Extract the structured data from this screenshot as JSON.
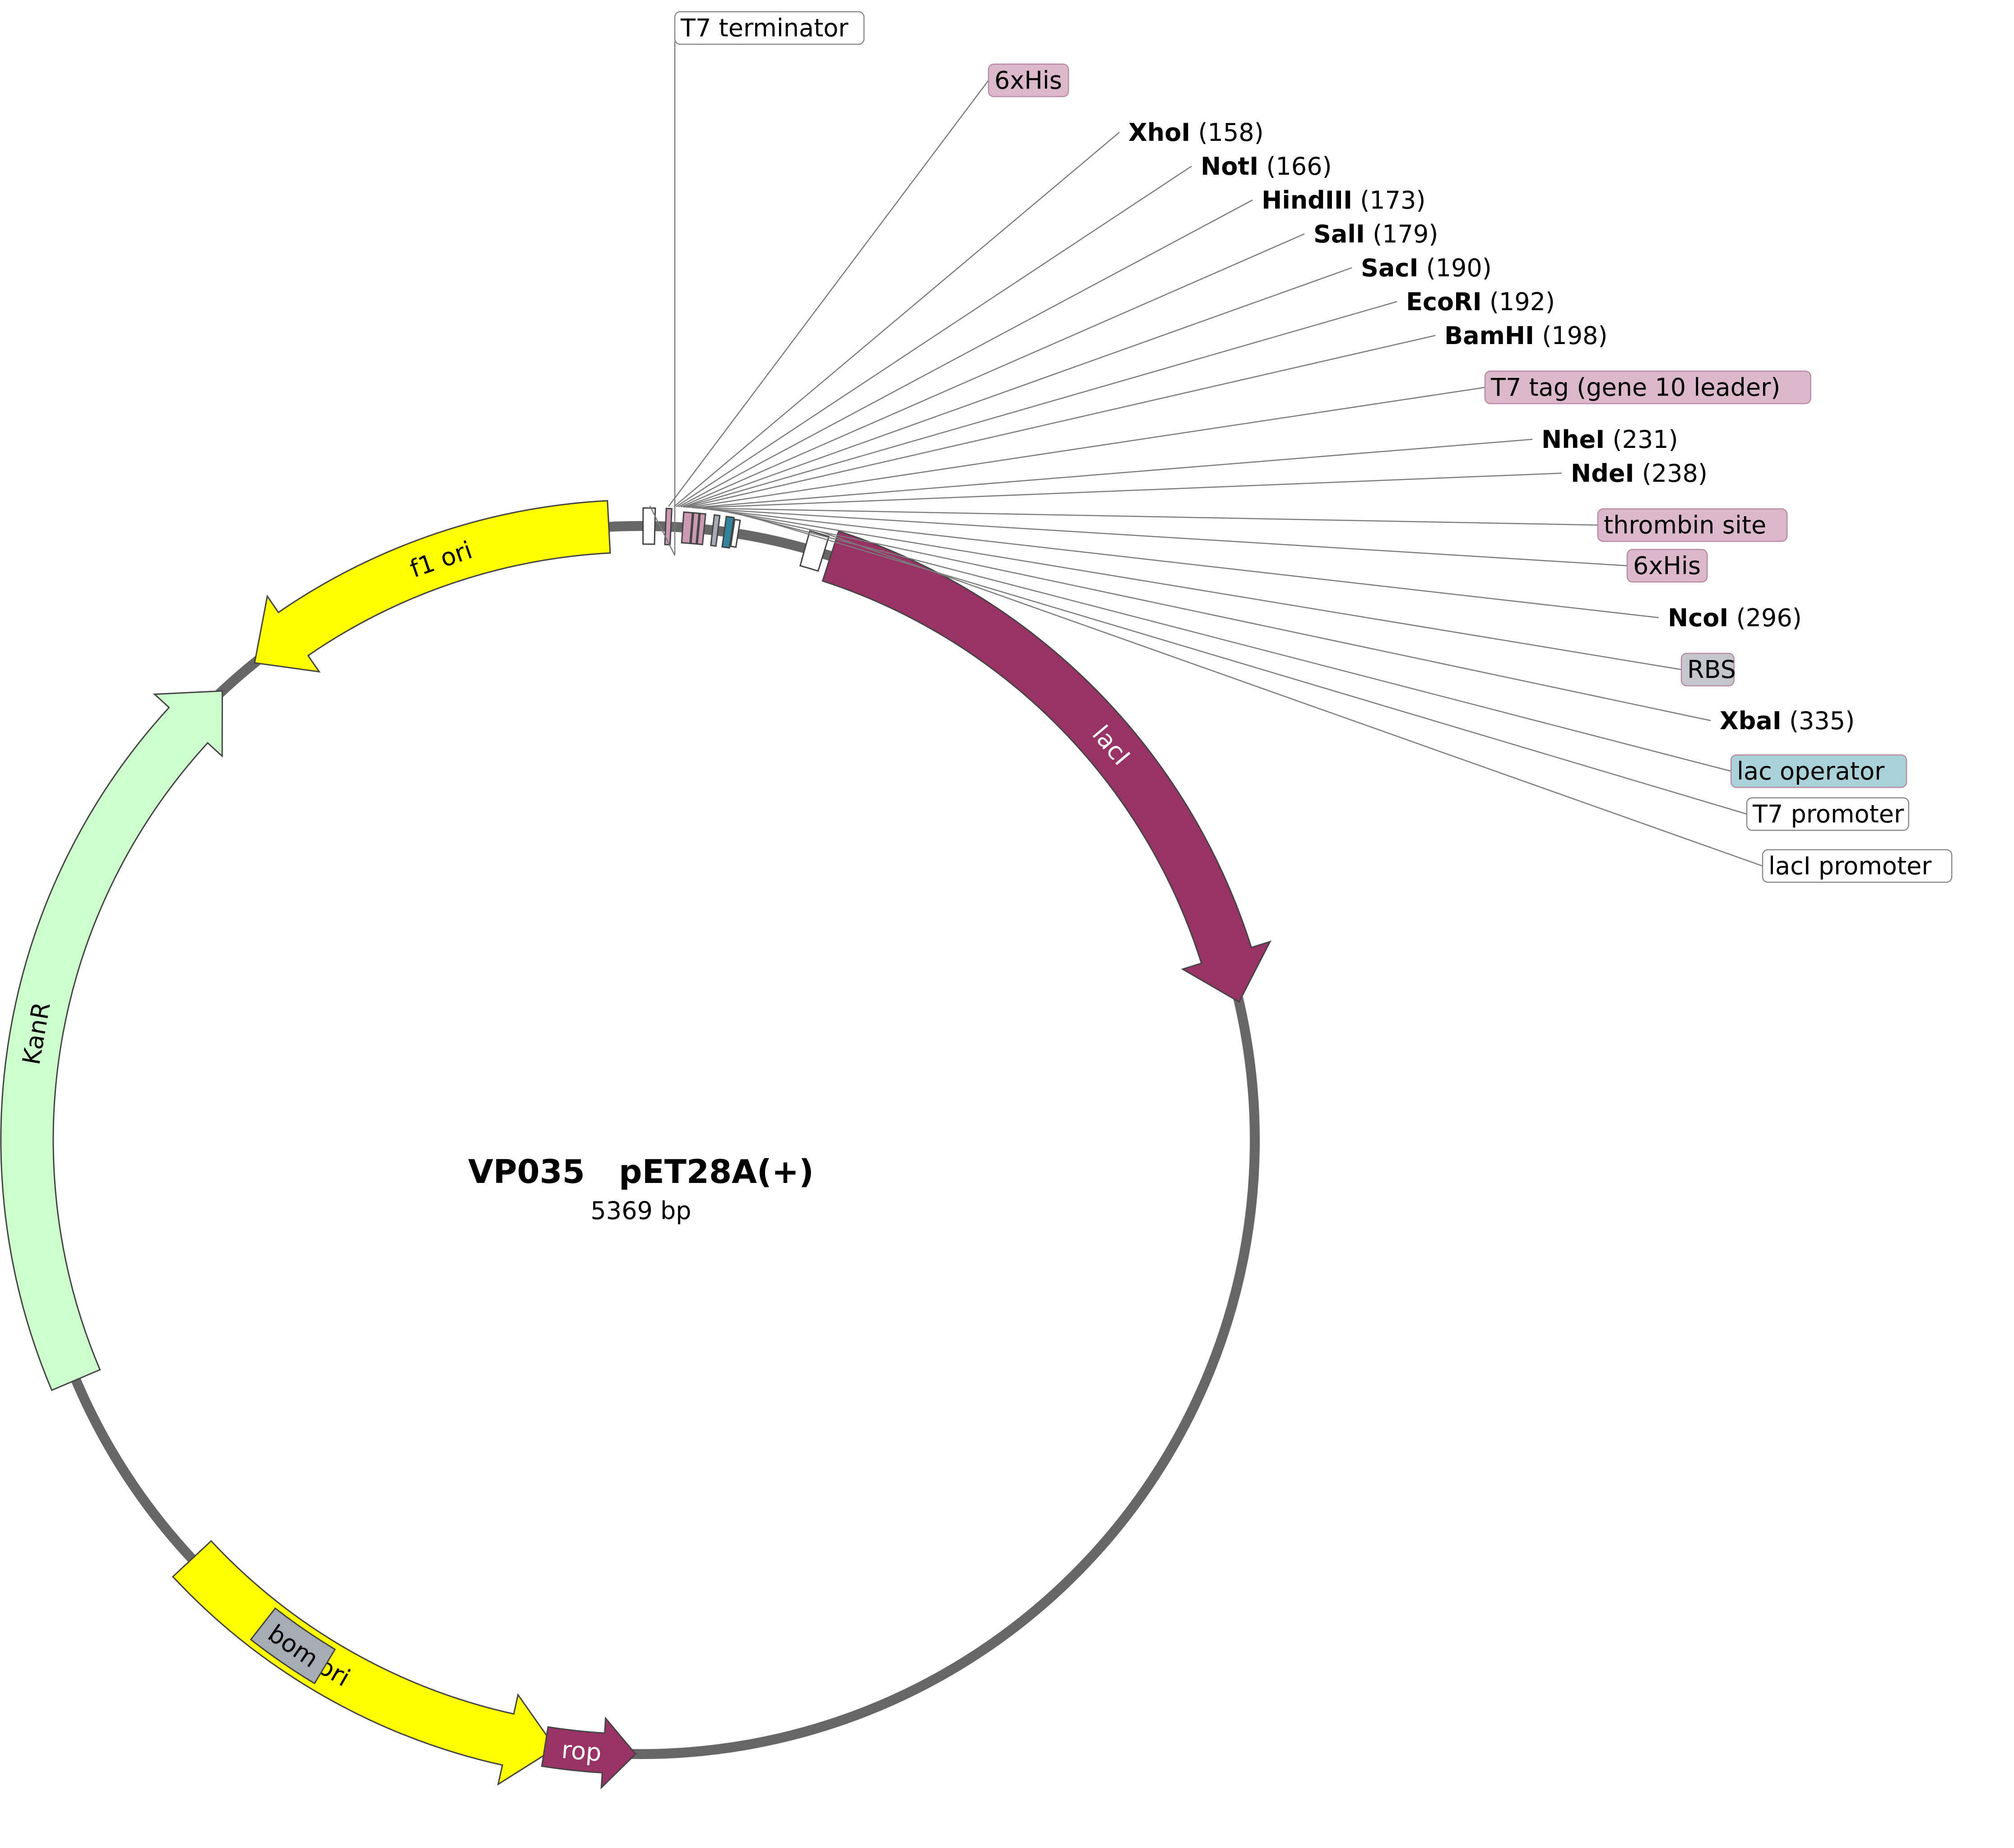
{
  "plasmid": {
    "name": "VP035   pET28A(+)",
    "length_label": "5369 bp"
  },
  "colors": {
    "backbone": "#676767",
    "yellow": "#ffff00",
    "light_green": "#ccffcc",
    "maroon": "#993366",
    "pink": "#cc99b2",
    "grey": "#a6acb3",
    "teal": "#31849b",
    "lac_operator_label": "#a8d1d8",
    "white": "#ffffff"
  },
  "features": [
    {
      "id": "f1-ori",
      "label": "f1 ori",
      "color": "#ffff00",
      "text_color": "#000000"
    },
    {
      "id": "kanr",
      "label": "KanR",
      "color": "#ccffcc",
      "text_color": "#000000"
    },
    {
      "id": "ori",
      "label": "ori",
      "color": "#ffff00",
      "text_color": "#000000"
    },
    {
      "id": "bom",
      "label": "bom",
      "color": "#a6acb3",
      "text_color": "#000000"
    },
    {
      "id": "rop",
      "label": "rop",
      "color": "#993366",
      "text_color": "#ffffff"
    },
    {
      "id": "laci",
      "label": "lacI",
      "color": "#993366",
      "text_color": "#ffffff"
    }
  ],
  "annotations": [
    {
      "id": "t7-terminator",
      "type": "feature",
      "label": "T7 terminator",
      "box_color": "#ffffff"
    },
    {
      "id": "6xhis-a",
      "type": "feature",
      "label": "6xHis",
      "box_color": "#dbb8ca"
    },
    {
      "id": "xhoi",
      "type": "site",
      "label": "XhoI",
      "pos": "(158)"
    },
    {
      "id": "noti",
      "type": "site",
      "label": "NotI",
      "pos": "(166)"
    },
    {
      "id": "hindiii",
      "type": "site",
      "label": "HindIII",
      "pos": "(173)"
    },
    {
      "id": "sali",
      "type": "site",
      "label": "SalI",
      "pos": "(179)"
    },
    {
      "id": "saci",
      "type": "site",
      "label": "SacI",
      "pos": "(190)"
    },
    {
      "id": "ecori",
      "type": "site",
      "label": "EcoRI",
      "pos": "(192)"
    },
    {
      "id": "bamhi",
      "type": "site",
      "label": "BamHI",
      "pos": "(198)"
    },
    {
      "id": "t7-tag",
      "type": "feature",
      "label": "T7 tag (gene 10 leader)",
      "box_color": "#dbb8ca"
    },
    {
      "id": "nhei",
      "type": "site",
      "label": "NheI",
      "pos": "(231)"
    },
    {
      "id": "ndei",
      "type": "site",
      "label": "NdeI",
      "pos": "(238)"
    },
    {
      "id": "thrombin-site",
      "type": "feature",
      "label": "thrombin site",
      "box_color": "#dbb8ca"
    },
    {
      "id": "6xhis-b",
      "type": "feature",
      "label": "6xHis",
      "box_color": "#dbb8ca"
    },
    {
      "id": "ncoi",
      "type": "site",
      "label": "NcoI",
      "pos": "(296)"
    },
    {
      "id": "rbs",
      "type": "feature",
      "label": "RBS",
      "box_color": "#c3c6cb"
    },
    {
      "id": "xbai",
      "type": "site",
      "label": "XbaI",
      "pos": "(335)"
    },
    {
      "id": "lac-operator",
      "type": "feature",
      "label": "lac operator",
      "box_color": "#a8d1d8"
    },
    {
      "id": "t7-promoter",
      "type": "feature",
      "label": "T7 promoter",
      "box_color": "#ffffff"
    },
    {
      "id": "laci-promoter",
      "type": "feature",
      "label": "lacI promoter",
      "box_color": "#ffffff"
    }
  ]
}
